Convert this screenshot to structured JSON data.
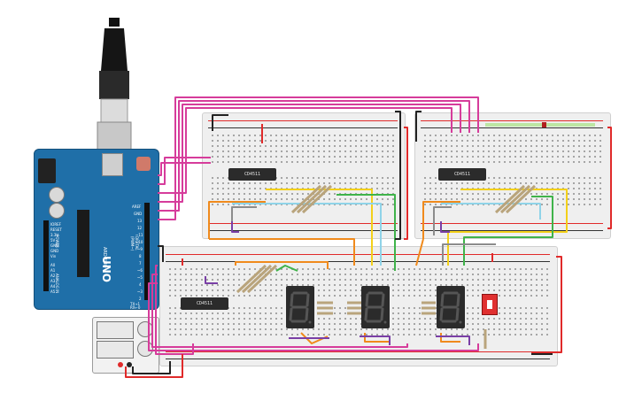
{
  "ic_labels": [
    "CD4511",
    "CD4511",
    "CD4511"
  ],
  "arduino": {
    "model": "UNO",
    "brand": "ARDUINO",
    "header_labels": [
      "AREF",
      "GND",
      "13",
      "12",
      "~11",
      "~10",
      "~9",
      "8",
      "7",
      "~6",
      "~5",
      "4",
      "~3",
      "2",
      "TX→1",
      "RX←0"
    ],
    "power_labels": [
      "IOREF",
      "RESET",
      "3.3V",
      "5V",
      "GND",
      "GND",
      "Vin"
    ],
    "analog_labels": [
      "A0",
      "A1",
      "A2",
      "A3",
      "A4",
      "A5"
    ],
    "section_power": "POWER",
    "section_analog": "ANALOG IN",
    "section_digital": "DIGITAL (PWM~)"
  },
  "display_glyph": "8.",
  "colors": {
    "wire_magenta": "#d63c9b",
    "wire_orange": "#f08a1c",
    "wire_yellow": "#f3d01a",
    "wire_green": "#3fb34a",
    "wire_purple": "#7a3fa6",
    "wire_red": "#e02a2a",
    "wire_black": "#222222",
    "wire_cyan": "#8fd3e8",
    "wire_gray": "#8c8c8c",
    "arduino_blue": "#1f6fa8"
  }
}
